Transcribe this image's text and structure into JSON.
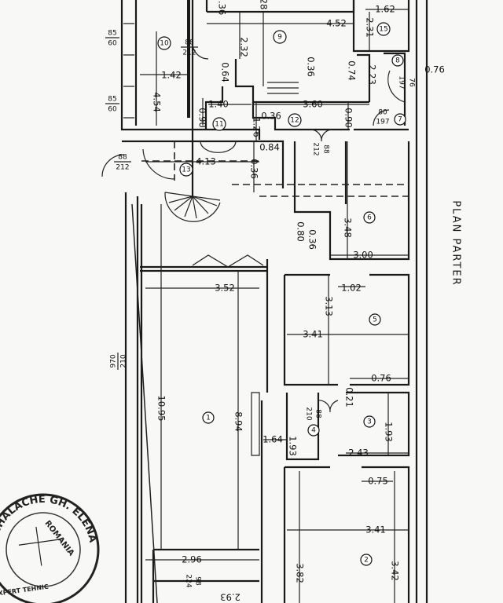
{
  "plan": {
    "title": "PLAN PARTER",
    "rooms": [
      "1",
      "2",
      "3",
      "4",
      "5",
      "6",
      "7",
      "8",
      "9",
      "10",
      "11",
      "12",
      "13",
      "15"
    ],
    "dimensions": {
      "top_partial_a": ".36",
      "top_partial_b": "28",
      "r9_width": "4.52",
      "r15_width": "1.62",
      "r15_depth": "2.31",
      "r9_inner": "2.32",
      "r8_offset": "0.76",
      "r9_036": "0.36",
      "r9_074": "0.74",
      "r15_223": "2.23",
      "r10_width": "1.42",
      "r10_len": "4.54",
      "r11_064": "0.64",
      "r11_width": "1.40",
      "r11_090": "0.90",
      "r12_len": "3.60",
      "r12_090": "0.90",
      "r12_036": "0.36",
      "r12_126": "1.26",
      "r13_084": "0.84",
      "r13_len": "4.13",
      "r13_036": "0.36",
      "r6_len": "3.48",
      "r6_080": "0.80",
      "r6_036": "0.36",
      "r6_width": "3.00",
      "r1_top": "3.52",
      "r5_102": "1.02",
      "r5_len": "3.13",
      "r5_width": "3.41",
      "r3_076": "0.76",
      "r3_021": "0.21",
      "r1_len": "10.95",
      "r1_inner": "8.94",
      "r4_164": "1.64",
      "r4_193": "1.93",
      "r3_193": "1.93",
      "r3_width": "2.43",
      "r2_075": "0.75",
      "r2_width": "3.41",
      "r2_len_a": "3.82",
      "r2_len_b": "3.42",
      "r1_bottom": "2.96",
      "bottom_293": "2.93"
    },
    "openings": {
      "win_a_w": "85",
      "win_a_h": "60",
      "win_b_w": "85",
      "win_b_h": "60",
      "door_10_w": "88",
      "door_10_h": "212",
      "door_8_w": "76",
      "door_8_h": "197",
      "door_7_w": "80",
      "door_7_h": "197",
      "door_12_w": "88",
      "door_12_h": "212",
      "door_13_w": "88",
      "door_13_h": "212",
      "facade_w": "970",
      "facade_h": "210",
      "door_4_w": "88",
      "door_4_h": "210",
      "door_bottom_w": "98",
      "door_bottom_h": "224"
    },
    "stamp": {
      "name": "MIHALACHE GH. ELENA",
      "country": "ROMANIA",
      "role": "EXPERT TEHNIC"
    }
  }
}
